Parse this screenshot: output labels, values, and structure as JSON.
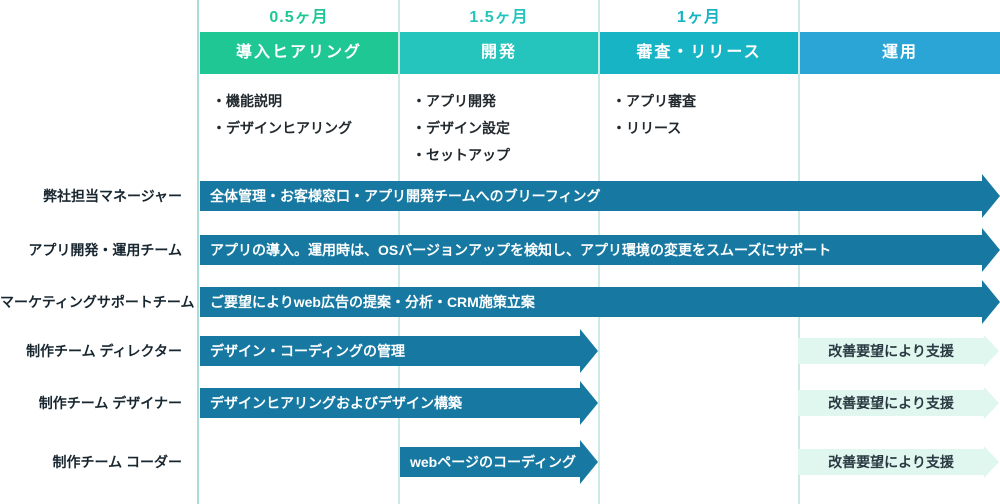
{
  "columns": [
    {
      "duration": "0.5ヶ月",
      "phase": "導入ヒアリング",
      "color": "#1fc795",
      "items": [
        "・機能説明",
        "・デザインヒアリング"
      ]
    },
    {
      "duration": "1.5ヶ月",
      "phase": "開発",
      "color": "#25c4bc",
      "items": [
        "・アプリ開発",
        "・デザイン設定",
        "・セットアップ"
      ]
    },
    {
      "duration": "1ヶ月",
      "phase": "審査・リリース",
      "color": "#17b4c5",
      "items": [
        "・アプリ審査",
        "・リリース"
      ]
    },
    {
      "duration": "",
      "phase": "運用",
      "color": "#2ba5d5",
      "items": []
    }
  ],
  "rows": [
    {
      "label": "弊社担当マネージャー",
      "bar_text": "全体管理・お客様窓口・アプリ開発チームへのブリーフィング"
    },
    {
      "label": "アプリ開発・運用チーム",
      "bar_text": "アプリの導入。運用時は、OSバージョンアップを検知し、アプリ環境の変更をスムーズにサポート"
    },
    {
      "label": "マーケティングサポートチーム",
      "bar_text": "ご要望によりweb広告の提案・分析・CRM施策立案"
    },
    {
      "label": "制作チーム ディレクター",
      "bar_text": "デザイン・コーディングの管理",
      "support_text": "改善要望により支援"
    },
    {
      "label": "制作チーム デザイナー",
      "bar_text": "デザインヒアリングおよびデザイン構築",
      "support_text": "改善要望により支援"
    },
    {
      "label": "制作チーム コーダー",
      "bar_text": "webページのコーディング",
      "support_text": "改善要望により支援"
    }
  ],
  "colors": {
    "arrow_bar": "#1779a1",
    "support_bg": "#e0f7ef",
    "support_text": "#2b3a42",
    "grid_line": "#cdeae6",
    "label_text": "#182630",
    "bullet_text": "#22292e",
    "background": "#ffffff"
  }
}
